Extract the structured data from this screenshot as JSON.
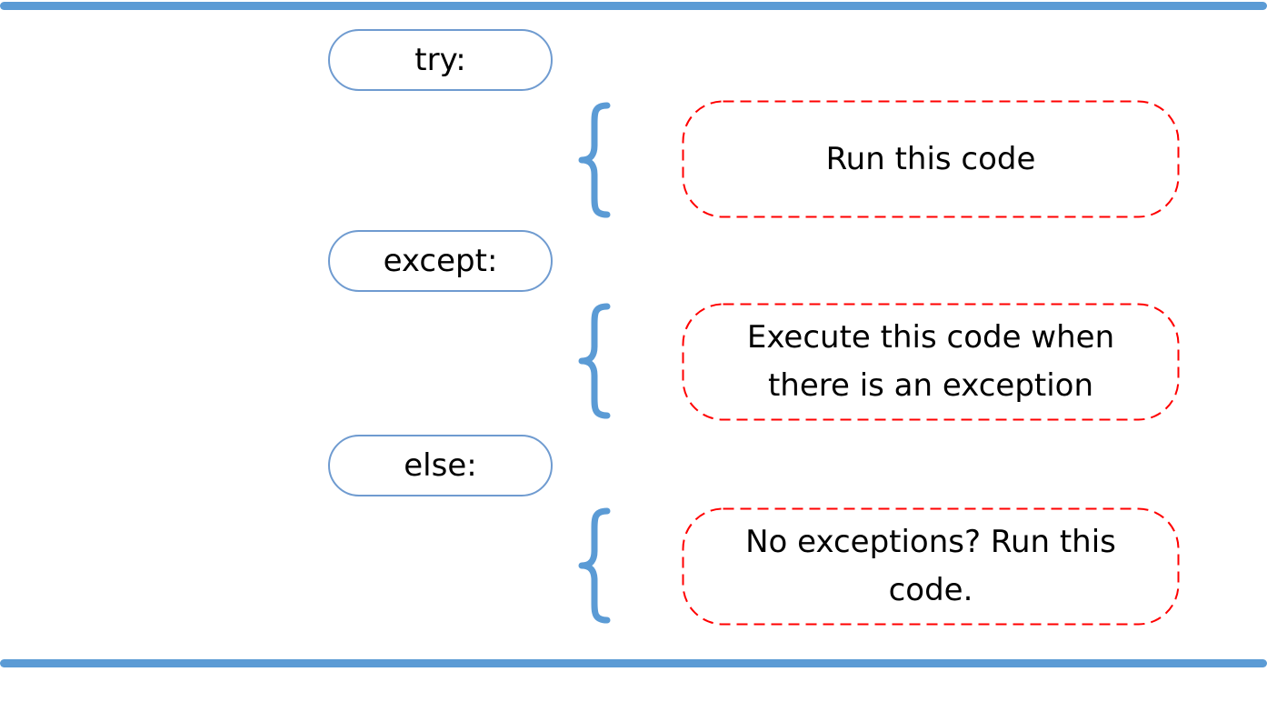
{
  "theme": {
    "rule_color": "#5b9bd5",
    "pill_border_color": "#6f9bd0",
    "brace_color": "#5b9bd5",
    "dashed_border_color": "#ff0000"
  },
  "blocks": [
    {
      "keyword": "try:",
      "action": "Run this code"
    },
    {
      "keyword": "except:",
      "action": "Execute this code when\nthere is an exception"
    },
    {
      "keyword": "else:",
      "action": "No exceptions? Run this\ncode."
    }
  ]
}
